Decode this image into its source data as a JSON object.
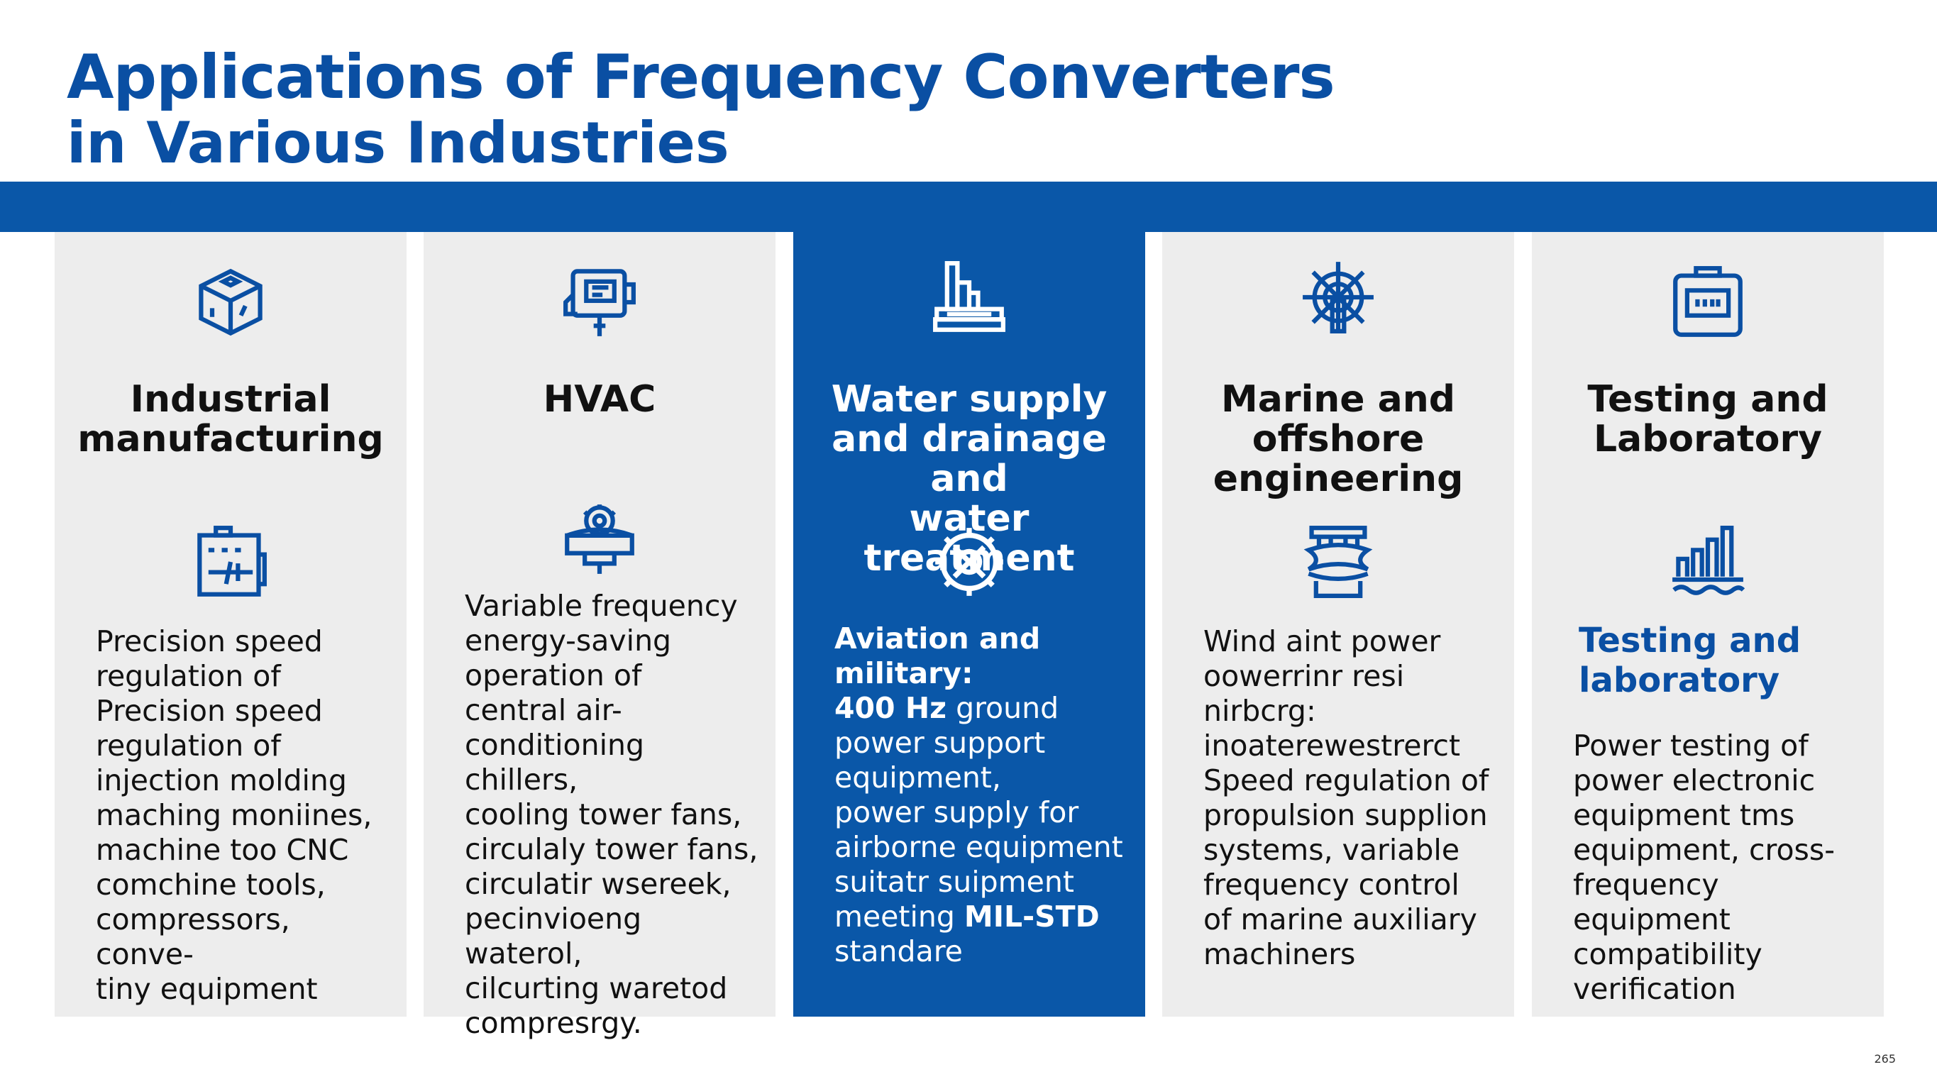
{
  "title": "Applications of Frequency Converters",
  "subtitle": "in Various Industries",
  "colors": {
    "accent": "#0a57a8",
    "panel": "#ededed",
    "title": "#0a4fa3"
  },
  "columns": [
    {
      "heading": "Industrial\nmanufacturing",
      "top_icon": "cube-icon",
      "mid_icon": "control-cabinet-icon",
      "body": "Precision speed\nregulation of\nPrecision speed\nregulation of\ninjection molding\nmaching moniines,\nmachine too CNC\ncomchine tools,\ncompressors, conve-\ntiny equipment"
    },
    {
      "heading": "HVAC",
      "top_icon": "hvac-unit-icon",
      "mid_icon": "fan-motor-icon",
      "body": "Variable frequency\nenergy-saving\noperation of\ncentral air-\nconditioning chillers,\ncooling tower fans,\ncirculaly tower fans,\ncirculatir wsereek,\npecinvioeng waterol,\ncilcurting waretod\ncompresrgy."
    },
    {
      "heading": "Water supply\nand drainage and\nwater treatment",
      "top_icon": "water-plant-icon",
      "mid_icon": "gear-icon",
      "body_bold": "Aviation and\nmilitary:\n400 Hz",
      "body": " ground\npower support\nequipment,\npower supply for\nairborne equipment\nsuitatr suipment\nmeeting ",
      "body_tail_bold": "MIL-STD",
      "body_tail": "\nstandare"
    },
    {
      "heading": "Marine and\noffshore\nengineering",
      "top_icon": "ship-wheel-icon",
      "mid_icon": "propeller-shaft-icon",
      "body": "Wind aint power\noowerrinr resi nirbcrg:\ninoaterewestrerct\nSpeed regulation of\npropulsion supplion\nsystems, variable\nfrequency control\nof marine auxiliary\nmachiners"
    },
    {
      "heading": "Testing and\nLaboratory",
      "top_icon": "test-instrument-icon",
      "mid_icon": "bar-chart-icon",
      "subheading": "Testing and\n  laboratory",
      "body": "Power testing of\npower electronic\nequipment tms\nequipment, cross-\nfrequency equipment\ncompatibility\nverification"
    }
  ],
  "page_number": "265"
}
